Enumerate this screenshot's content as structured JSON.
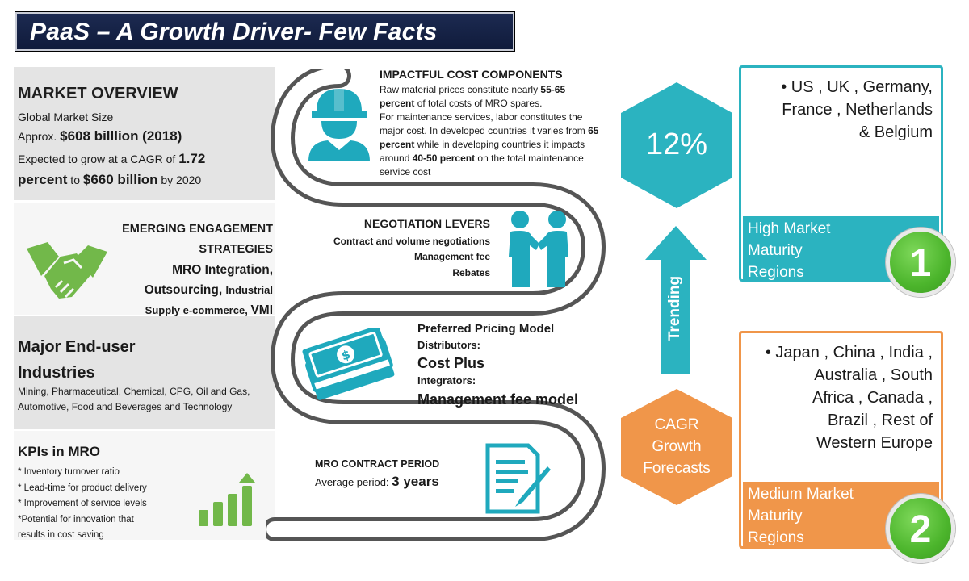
{
  "title": "PaaS – A Growth Driver- Few Facts",
  "market_overview": {
    "heading": "MARKET OVERVIEW",
    "line1": "Global Market Size",
    "line2_prefix": "Approx. ",
    "line2_value": "$608 billlion (2018)",
    "line3_prefix": "Expected to grow at a CAGR of ",
    "line3_value": "1.72",
    "line4_value1": "percent",
    "line4_mid": " to ",
    "line4_value2": "$660 billion",
    "line4_suffix": " by 2020"
  },
  "engagement": {
    "line1": "EMERGING ENGAGEMENT",
    "line2": "STRATEGIES",
    "line3": "MRO Integration,",
    "line4a": "Outsourcing, ",
    "line4b": "Industrial",
    "line5a": "Supply e-commerce, ",
    "line5b": "VMI"
  },
  "end_user": {
    "heading1": "Major End-user",
    "heading2": "Industries",
    "desc": "Mining, Pharmaceutical, Chemical, CPG, Oil and Gas, Automotive, Food and Beverages and Technology"
  },
  "kpi": {
    "heading": "KPIs in MRO",
    "items": [
      "* Inventory turnover ratio",
      "* Lead-time for product delivery",
      "* Improvement of service levels",
      "*Potential for innovation that",
      "results in cost saving"
    ]
  },
  "cost": {
    "heading": "IMPACTFUL COST COMPONENTS",
    "p1a": "Raw material prices constitute nearly ",
    "p1b": "55-65",
    "p1c": "percent",
    "p1d": " of total costs of MRO spares.",
    "p2a": "For maintenance services, labor constitutes the major cost.  In developed countries it varies from ",
    "p2b": "65 percent",
    "p2c": " while in developing countries it impacts around ",
    "p2d": "40-50 percent",
    "p2e": " on the total maintenance service cost"
  },
  "negotiation": {
    "heading": "NEGOTIATION LEVERS",
    "items": [
      "Contract and volume negotiations",
      "Management fee",
      "Rebates"
    ]
  },
  "pricing": {
    "heading": "Preferred  Pricing Model",
    "dist_label": "Distributors:",
    "dist_value": "Cost Plus",
    "int_label": "Integrators:",
    "int_value": "Management fee model"
  },
  "contract": {
    "heading": "MRO CONTRACT PERIOD",
    "prefix": "Average period: ",
    "value": "3 years"
  },
  "growth": {
    "rate": "12%",
    "trending": "Trending",
    "cagr_line1": "CAGR",
    "cagr_line2": "Growth",
    "cagr_line3": "Forecasts"
  },
  "high_region": {
    "countries": [
      "• US , UK , Germany,",
      "France , Netherlands",
      "& Belgium"
    ],
    "label": [
      "High Market",
      "Maturity",
      "Regions"
    ],
    "number": "1"
  },
  "medium_region": {
    "countries": [
      "• Japan , China , India ,",
      "Australia , South",
      "Africa , Canada ,",
      "Brazil , Rest of",
      "Western  Europe"
    ],
    "label": [
      "Medium Market",
      "Maturity",
      "Regions"
    ],
    "number": "2"
  },
  "colors": {
    "teal": "#2bb3c0",
    "orange": "#f0964a",
    "green": "#4cb52c",
    "navy": "#16234a",
    "icon_teal": "#1fa9bd",
    "icon_green": "#72b84a"
  }
}
